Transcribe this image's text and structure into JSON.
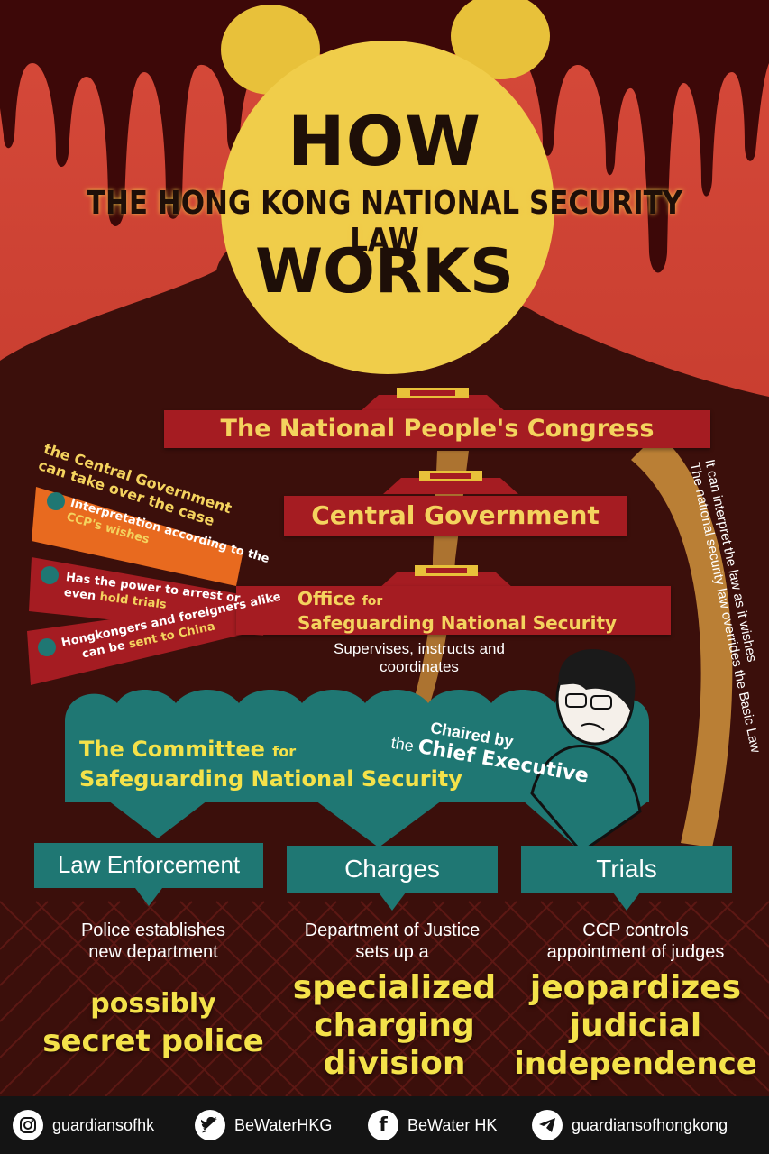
{
  "title": {
    "line1": "HOW",
    "line2": "THE HONG KONG NATIONAL SECURITY LAW",
    "line3": "WORKS"
  },
  "hierarchy": {
    "npc": "The National People's Congress",
    "central": "Central Government",
    "office_small": "Office",
    "office_for": "for",
    "office_rest": "Safeguarding National Security",
    "supervises": "Supervises, instructs and coordinates",
    "committee_line1": "The Committee",
    "committee_for": "for",
    "committee_line2": "Safeguarding National Security",
    "chaired_by": "Chaired by",
    "chaired_the": "the",
    "chief_exec": "Chief Executive"
  },
  "left_notes": {
    "takeover": "the Central Government can take over the case",
    "interp_1": "Interpretation according to the",
    "interp_2": "CCP's wishes",
    "arrest_1": "Has the power to arrest or",
    "arrest_2": "even",
    "arrest_3": "hold trials",
    "sent_1": "Hongkongers and foreigners alike",
    "sent_2": "can be",
    "sent_3": "sent to China"
  },
  "right_note": {
    "line1": "It can interpret the law as it wishes",
    "line2": "The national security law overrides the Basic Law"
  },
  "columns": [
    {
      "head": "Law Enforcement",
      "text1": "Police establishes",
      "text2": "new department",
      "big1": "possibly",
      "big2": "secret police"
    },
    {
      "head": "Charges",
      "text1": "Department of Justice",
      "text2": "sets up a",
      "big1": "specialized",
      "big2": "charging",
      "big3": "division"
    },
    {
      "head": "Trials",
      "text1": "CCP controls",
      "text2": "appointment of judges",
      "big1": "jeopardizes",
      "big2": "judicial",
      "big3": "independence"
    }
  ],
  "footer": {
    "instagram": "guardiansofhk",
    "twitter": "BeWaterHKG",
    "facebook": "BeWater HK",
    "telegram": "guardiansofhongkong"
  },
  "colors": {
    "banner_red": "#a51c22",
    "gold": "#f4d35e",
    "teal": "#1f7773",
    "footer_bg": "#141414"
  }
}
